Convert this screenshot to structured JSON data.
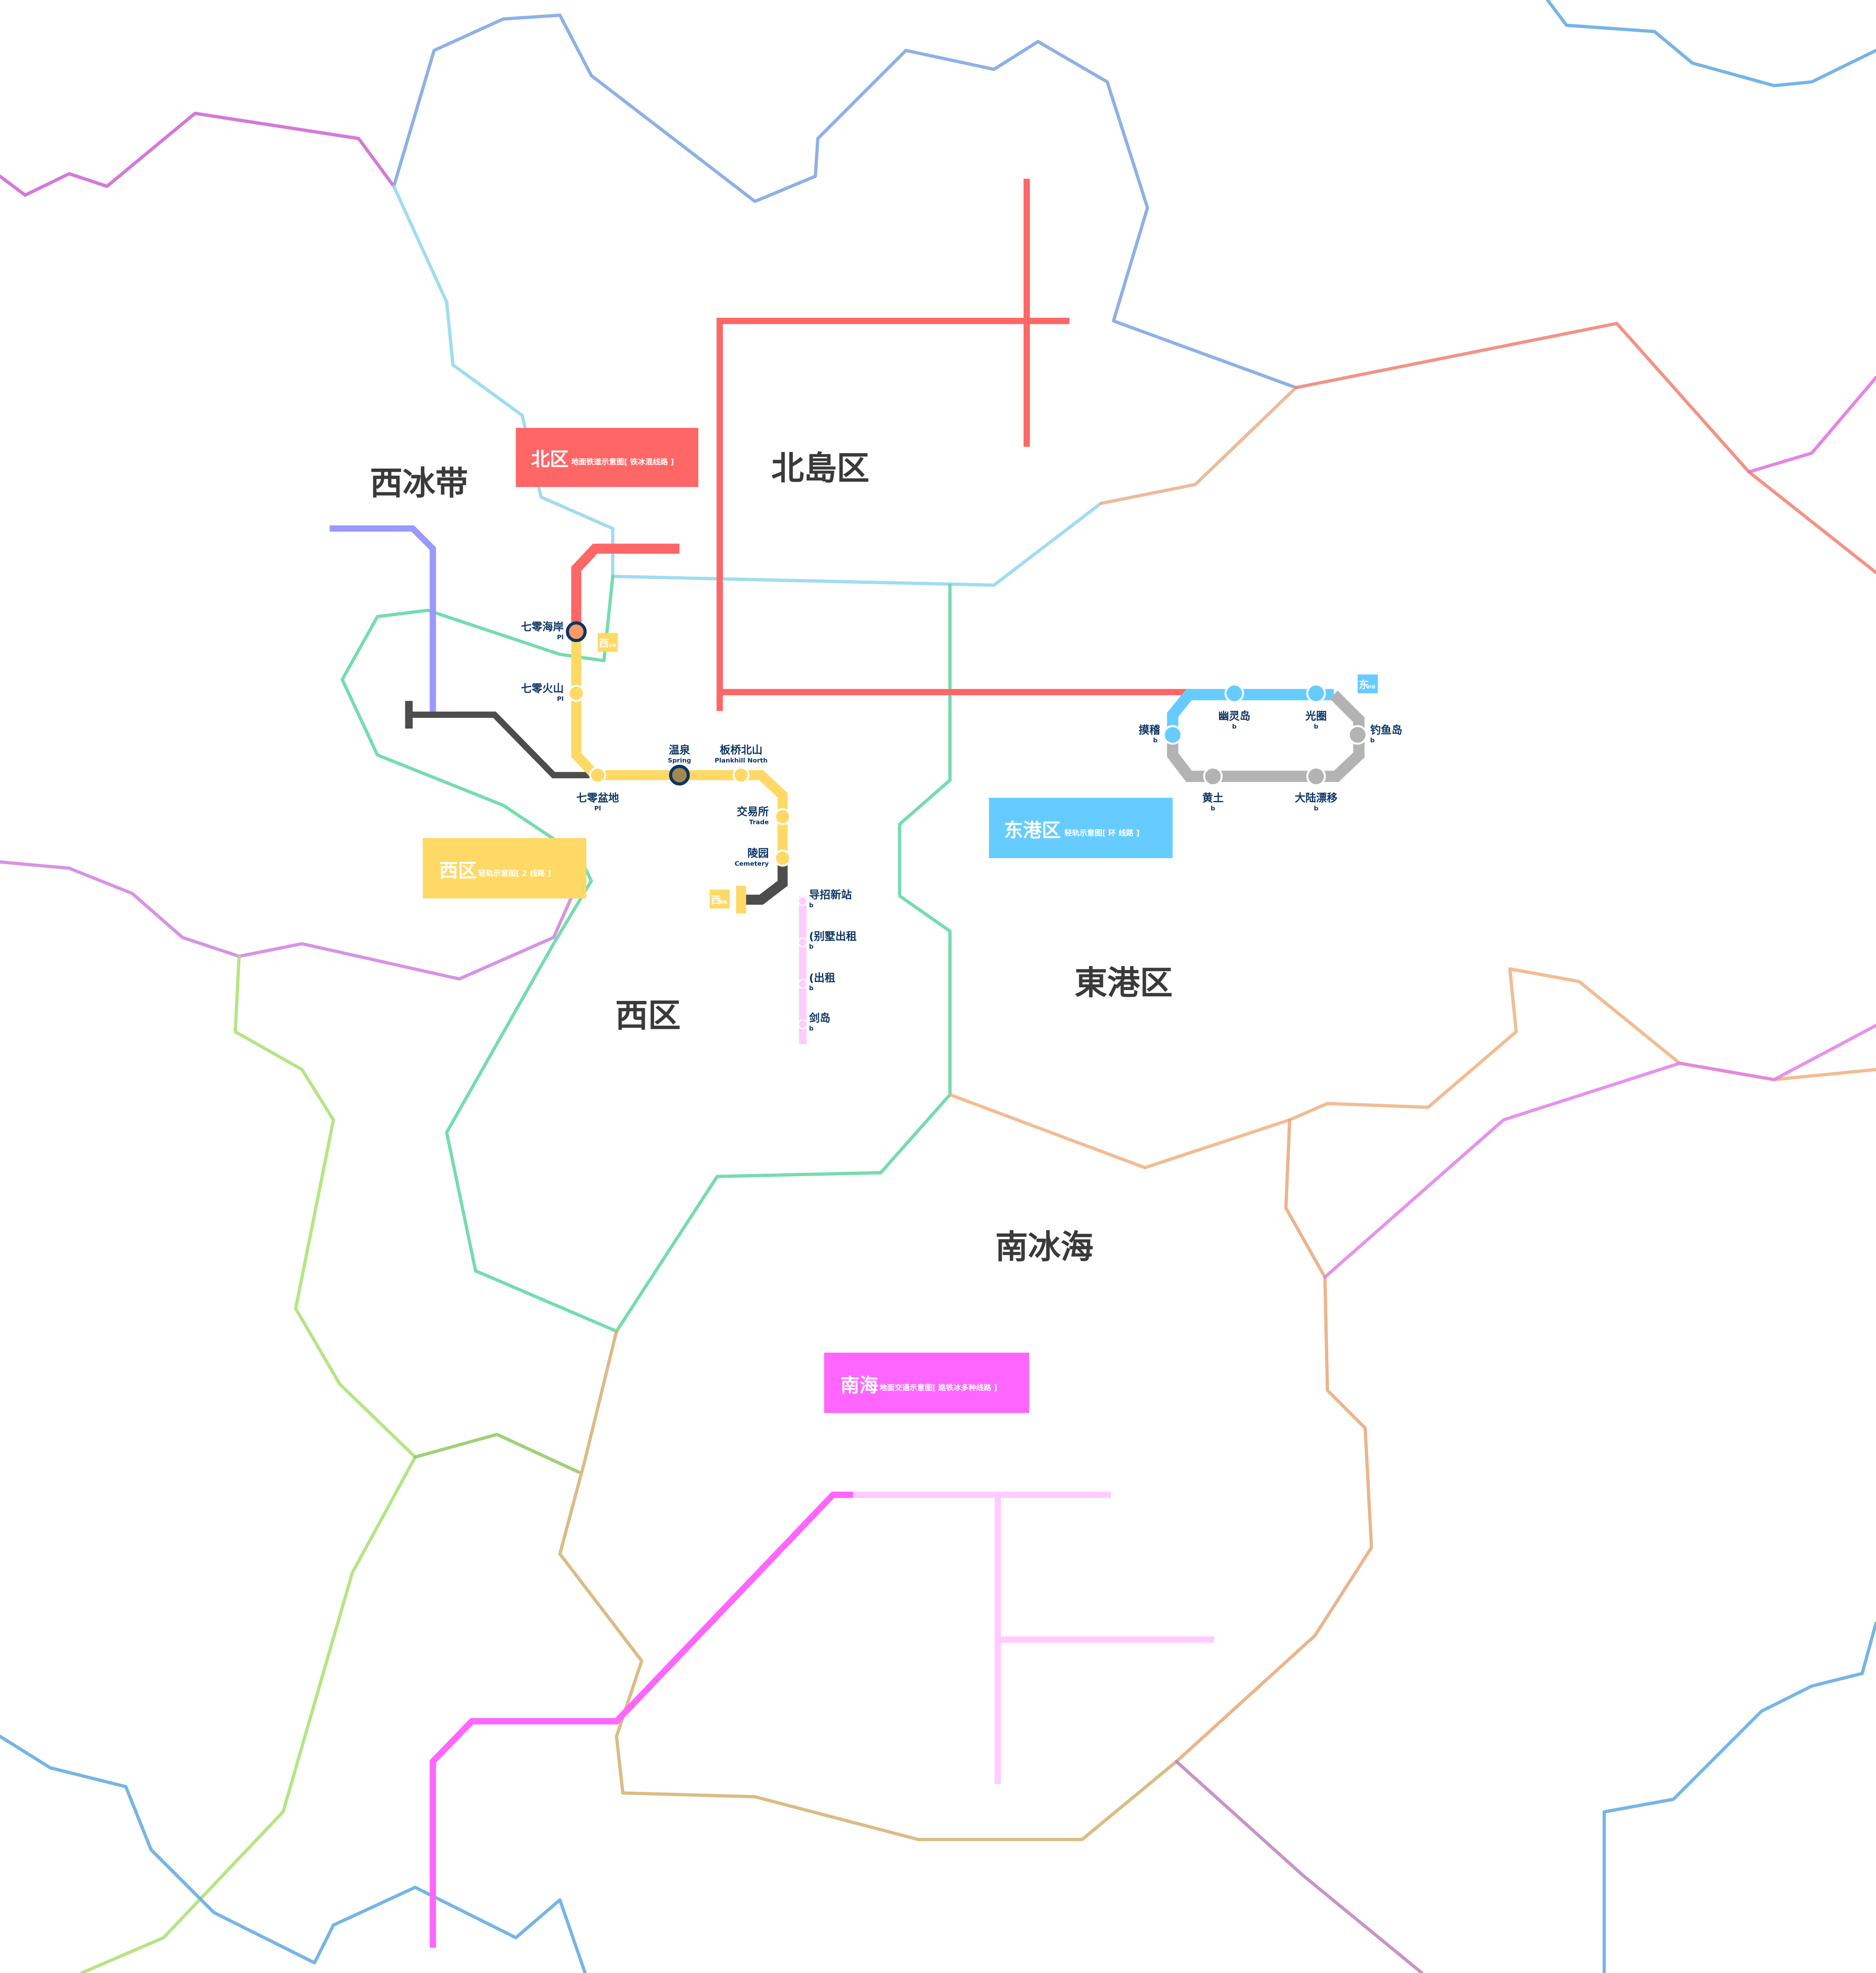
{
  "regions": {
    "xibingdai": "西冰带",
    "beidao": "北島区",
    "xiqu": "西区",
    "donggang": "東港区",
    "nanbinghai": "南冰海"
  },
  "legends": {
    "north": {
      "title": "北区",
      "subtitle": "地面铁道示意图[ 铁冰混线路 ]",
      "color": "#ff6666"
    },
    "west": {
      "title": "西区",
      "subtitle": "轻轨示意图[ 2 线路 ]",
      "color": "#ffd966"
    },
    "east": {
      "title": "东港区",
      "subtitle": "轻轨示意图[ 环 线路 ]",
      "color": "#66ccff"
    },
    "south": {
      "title": "南海",
      "subtitle": "地面交通示意图[ 路铁冰多种线路 ]",
      "color": "#ff66ff"
    }
  },
  "badges": {
    "west_branch": {
      "main": "西",
      "sub": "分轨"
    },
    "west_lrt": {
      "main": "西",
      "sub": "轻轨"
    },
    "east_ring": {
      "main": "东",
      "sub": "环线"
    }
  },
  "west_line": {
    "stations": [
      {
        "name": "七零海岸",
        "sub": "Pl"
      },
      {
        "name": "七零火山",
        "sub": "Pl"
      },
      {
        "name": "七零盆地",
        "sub": "Pl"
      },
      {
        "name": "温泉",
        "sub": "Spring"
      },
      {
        "name": "板桥北山",
        "sub": "Plankhill North"
      },
      {
        "name": "交易所",
        "sub": "Trade"
      },
      {
        "name": "陵园",
        "sub": "Cemetery"
      }
    ]
  },
  "pink_line": {
    "stations": [
      {
        "name": "导招新站",
        "sub": "b"
      },
      {
        "name": "(别墅出租",
        "sub": "b"
      },
      {
        "name": "(出租",
        "sub": "b"
      },
      {
        "name": "剑岛",
        "sub": "b"
      }
    ]
  },
  "east_ring": {
    "stations": [
      {
        "name": "摸稽",
        "sub": "b"
      },
      {
        "name": "幽灵岛",
        "sub": "b"
      },
      {
        "name": "光圈",
        "sub": "b"
      },
      {
        "name": "钓鱼岛",
        "sub": "b"
      },
      {
        "name": "黄土",
        "sub": "b"
      },
      {
        "name": "大陆漂移",
        "sub": "b"
      }
    ]
  },
  "colors": {
    "red": "#ff6666",
    "yellow": "#ffd966",
    "blue": "#66ccff",
    "grey": "#b3b3b3",
    "dark": "#4d4d4d",
    "pink": "#ff66ff",
    "light_pink": "#ffccff",
    "periwinkle": "#9999ff",
    "station_text": "#0d3566"
  }
}
